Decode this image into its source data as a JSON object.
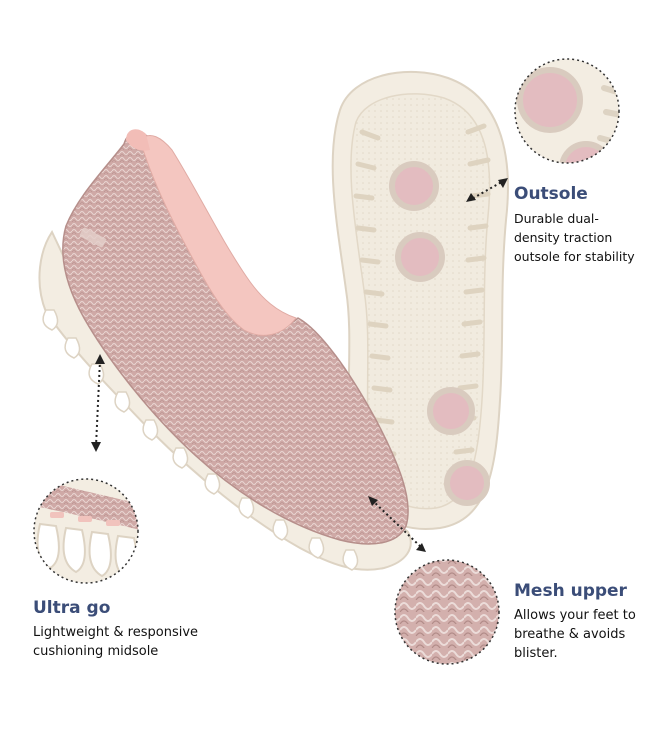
{
  "colors": {
    "heading": "#3b4d78",
    "body_text": "#111111",
    "mesh_pink": "#d3aca8",
    "sole_cream": "#f2ebdf",
    "pod_pink": "#e3bcc0"
  },
  "features": {
    "outsole": {
      "title": "Outsole",
      "description": [
        "Durable dual-",
        "density traction",
        "outsole for stability"
      ]
    },
    "ultra_go": {
      "title": "Ultra go",
      "description": [
        "Lightweight & responsive",
        "cushioning midsole"
      ]
    },
    "mesh_upper": {
      "title": "Mesh upper",
      "description": [
        "Allows your feet to",
        "breathe & avoids",
        "blister."
      ]
    }
  }
}
